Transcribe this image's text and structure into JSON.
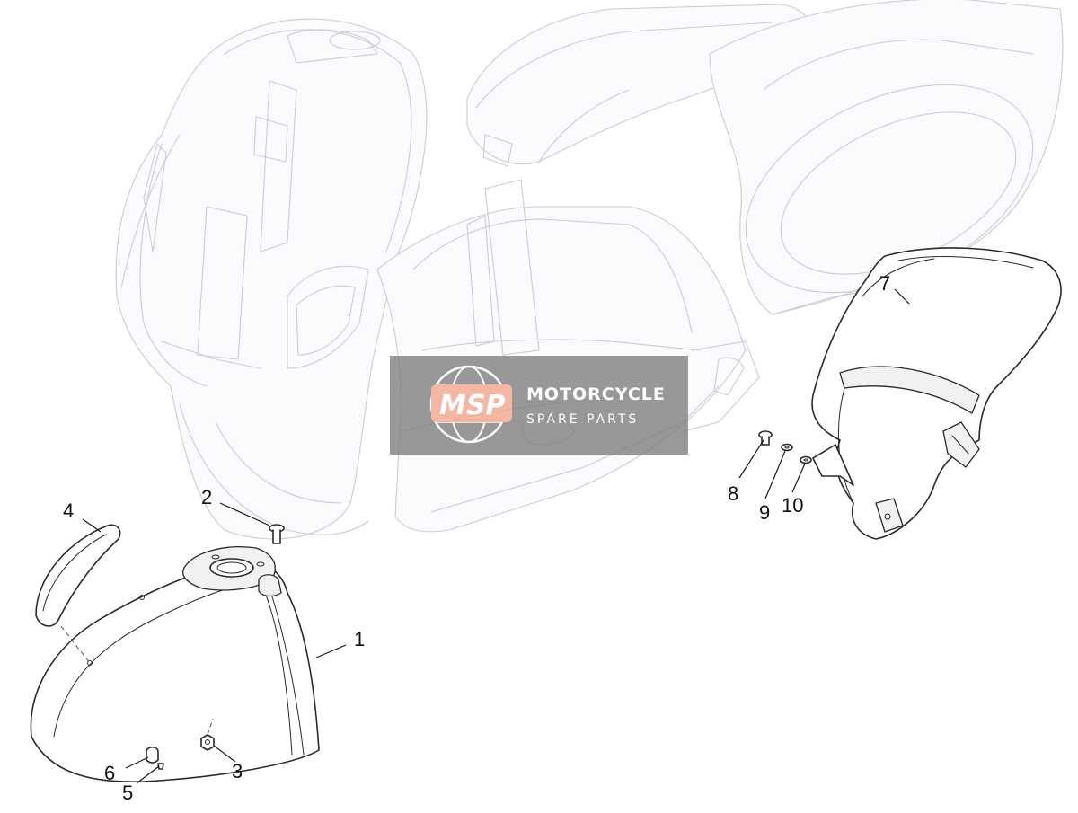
{
  "callouts": {
    "c1": "1",
    "c2": "2",
    "c3": "3",
    "c4": "4",
    "c5": "5",
    "c6": "6",
    "c7": "7",
    "c8": "8",
    "c9": "9",
    "c10": "10"
  },
  "watermark": {
    "logo": "MSP",
    "line1": "MOTORCYCLE",
    "line2": "SPARE PARTS",
    "panel_color": "#7d7d7d",
    "logo_color": "#f2a48a"
  }
}
